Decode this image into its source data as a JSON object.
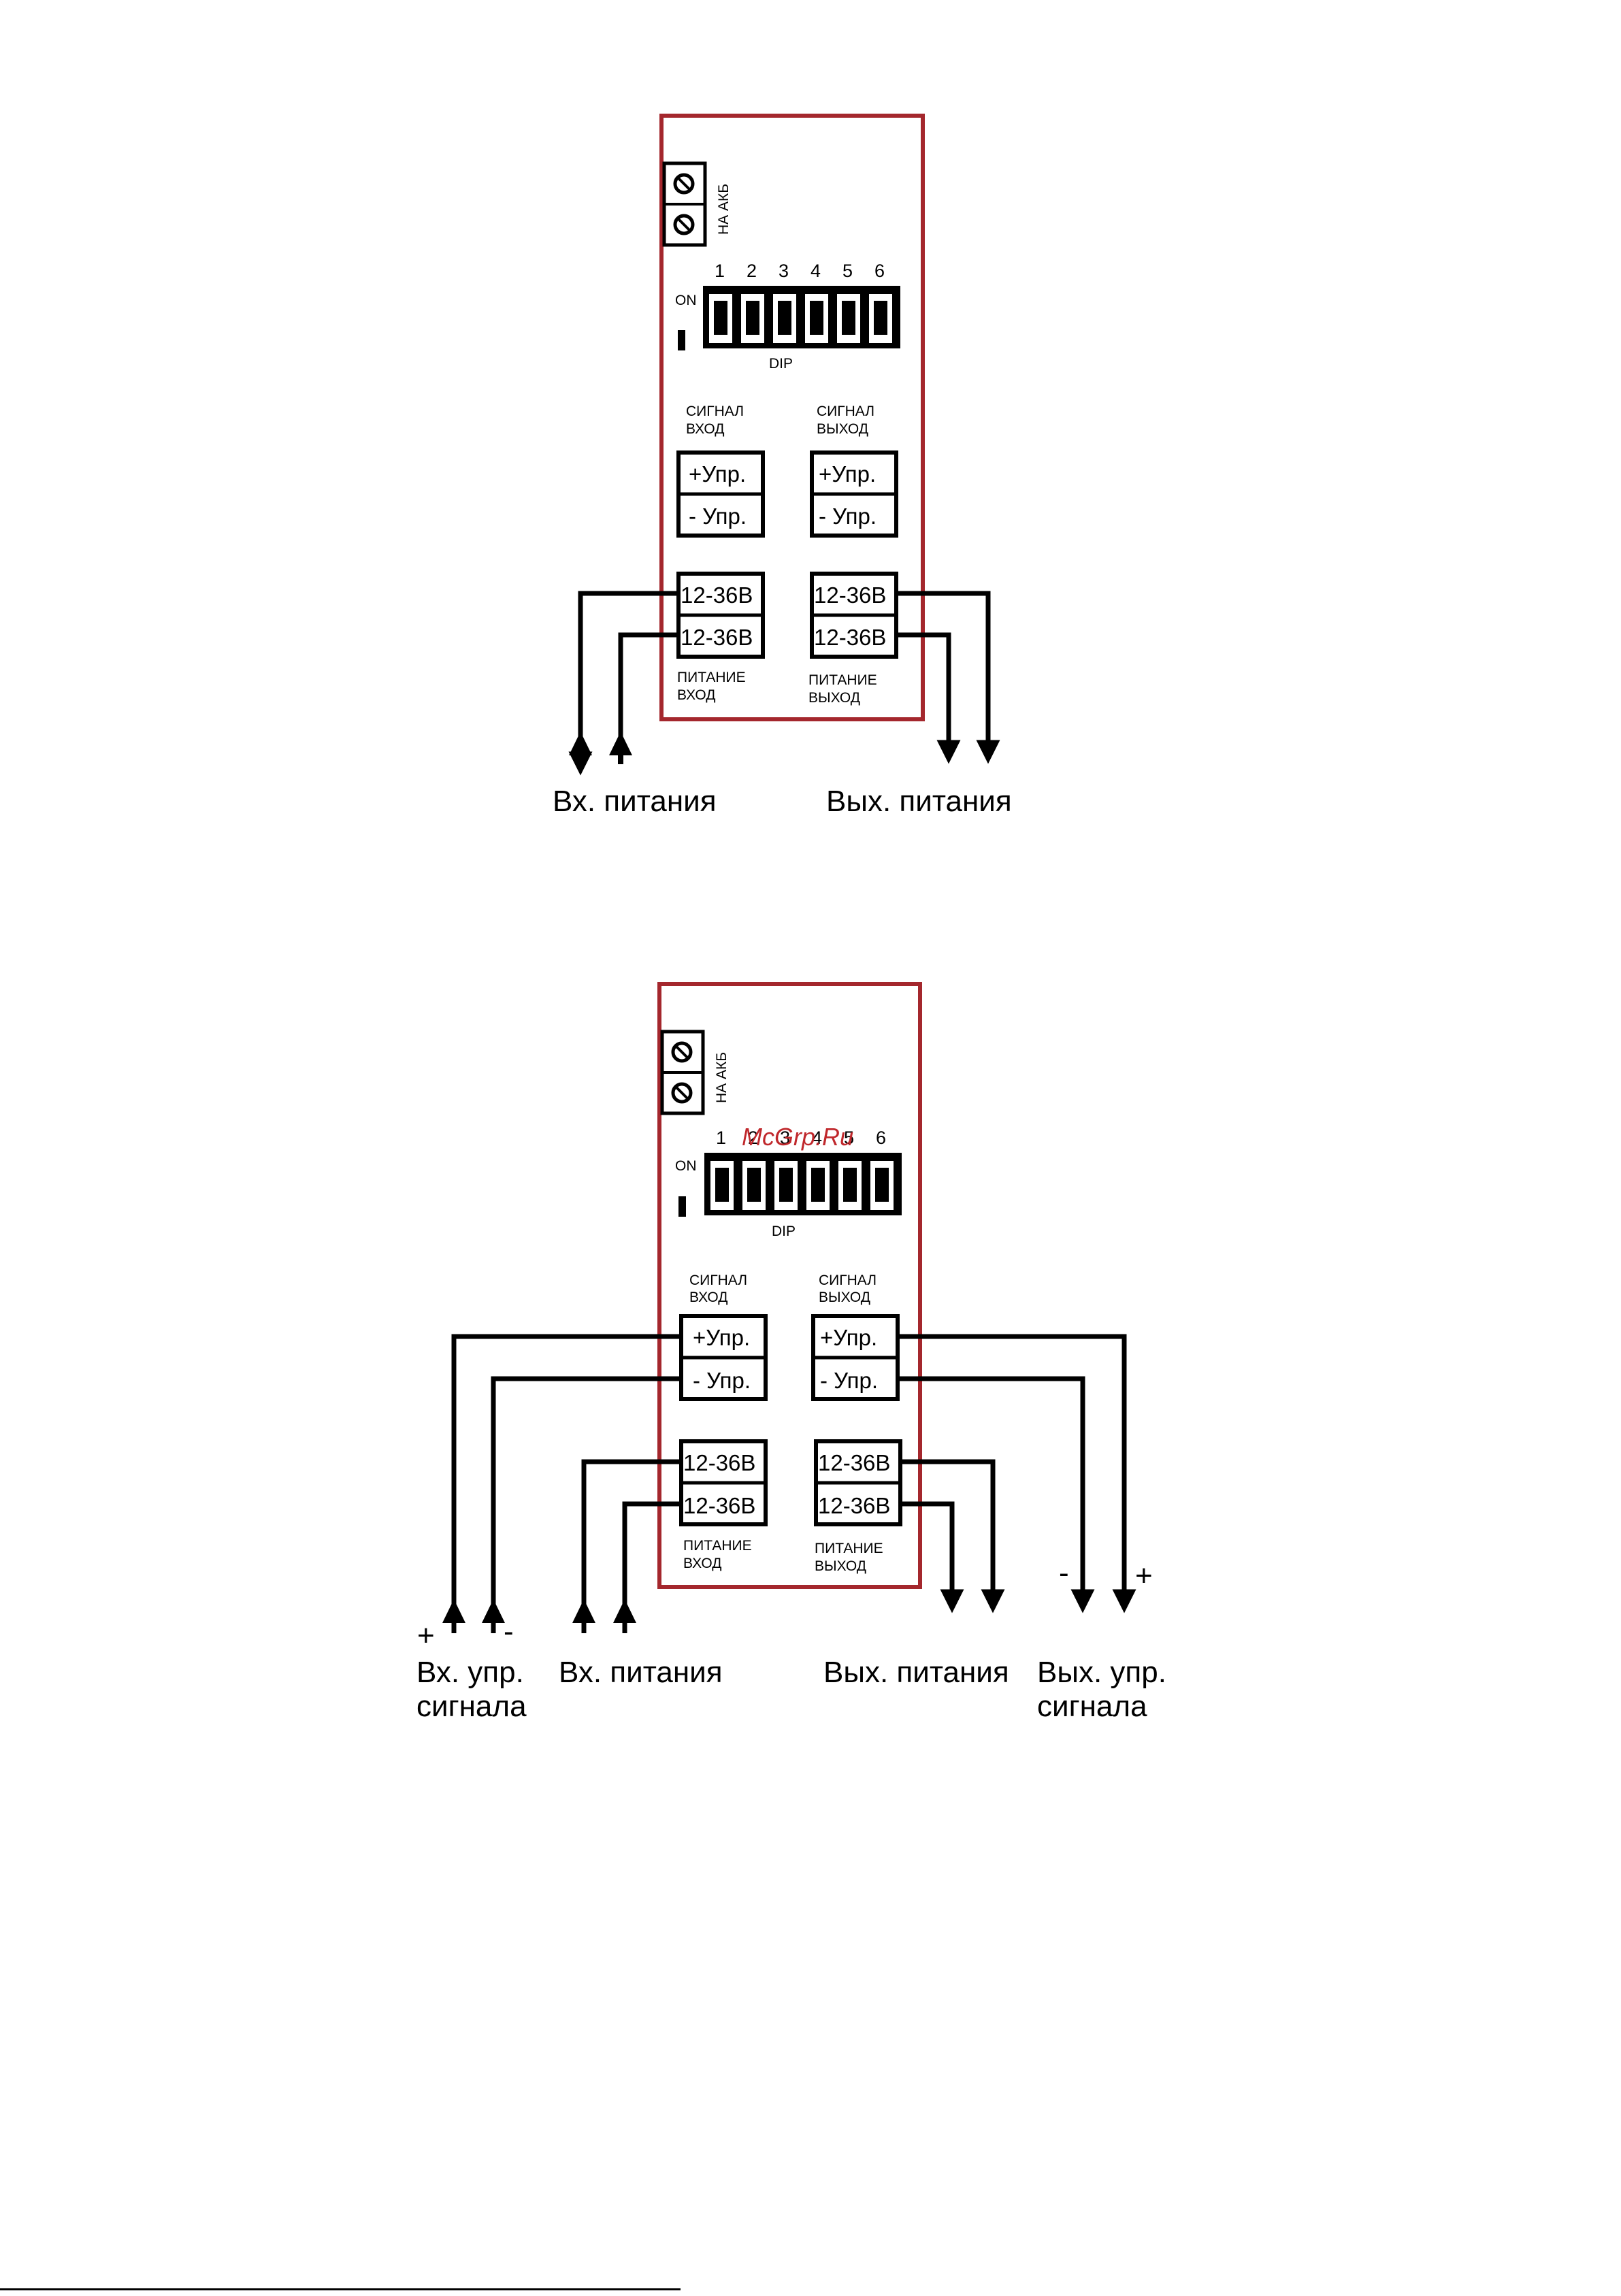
{
  "colors": {
    "case_border": "#a4272d",
    "watermark": "#c0282c",
    "ink": "#000000"
  },
  "watermark": "McGrp.Ru",
  "diagrams": [
    {
      "battery_label": "НА АКБ",
      "dip_on_label": "ON",
      "dip_numbers": [
        "1",
        "2",
        "3",
        "4",
        "5",
        "6"
      ],
      "dip_label": "DIP",
      "signal_in_line1": "СИГНАЛ",
      "signal_in_line2": "ВХОД",
      "signal_out_line1": "СИГНАЛ",
      "signal_out_line2": "ВЫХОД",
      "ctrl_plus": "+Упр.",
      "ctrl_minus": "- Упр.",
      "ctrl_plus_out": "+Упр.",
      "ctrl_minus_out": "- Упр.",
      "power_term_1": "12-36В",
      "power_term_2": "12-36В",
      "power_term_3": "12-36В",
      "power_term_4": "12-36В",
      "power_in_line1": "ПИТАНИЕ",
      "power_in_line2": "ВХОД",
      "power_out_line1": "ПИТАНИЕ",
      "power_out_line2": "ВЫХОД",
      "power_in_caption": "Вх. питания",
      "power_out_caption": "Вых. питания"
    },
    {
      "battery_label": "НА АКБ",
      "dip_on_label": "ON",
      "dip_numbers": [
        "1",
        "2",
        "3",
        "4",
        "5",
        "6"
      ],
      "dip_label": "DIP",
      "signal_in_line1": "СИГНАЛ",
      "signal_in_line2": "ВХОД",
      "signal_out_line1": "СИГНАЛ",
      "signal_out_line2": "ВЫХОД",
      "ctrl_plus": "+Упр.",
      "ctrl_minus": "- Упр.",
      "ctrl_plus_out": "+Упр.",
      "ctrl_minus_out": "- Упр.",
      "power_term_1": "12-36В",
      "power_term_2": "12-36В",
      "power_term_3": "12-36В",
      "power_term_4": "12-36В",
      "power_in_line1": "ПИТАНИЕ",
      "power_in_line2": "ВХОД",
      "power_out_line1": "ПИТАНИЕ",
      "power_out_line2": "ВЫХОД",
      "power_in_caption": "Вх. питания",
      "power_out_caption": "Вых. питания",
      "signal_in_caption_line1": "Вх. упр.",
      "signal_in_caption_line2": "сигнала",
      "signal_out_caption_line1": "Вых. упр.",
      "signal_out_caption_line2": "сигнала",
      "sig_in_plus": "+",
      "sig_in_minus": "-",
      "sig_out_minus": "-",
      "sig_out_plus": "+"
    }
  ]
}
